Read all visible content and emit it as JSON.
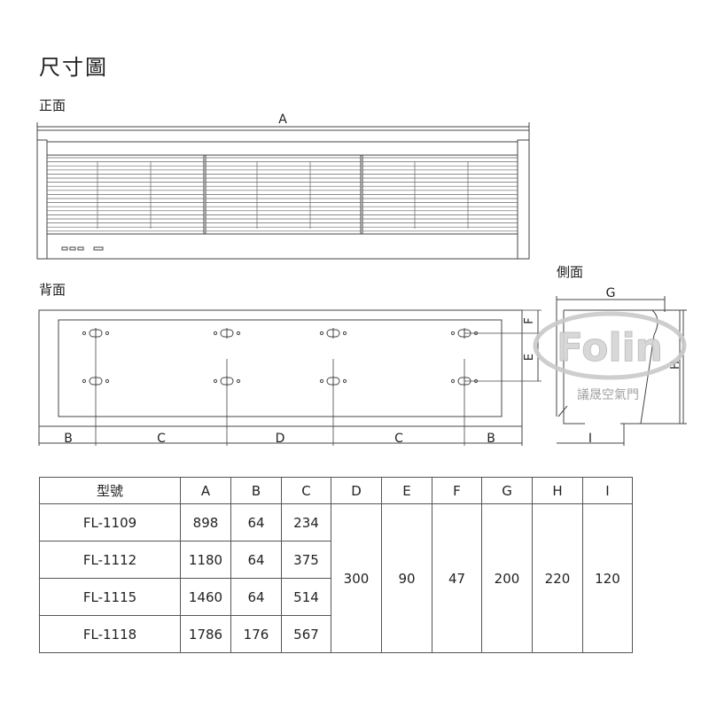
{
  "title": "尺寸圖",
  "views": {
    "front": "正面",
    "back": "背面",
    "side": "側面"
  },
  "dimension_letters": {
    "a": "A",
    "b": "B",
    "c": "C",
    "d": "D",
    "e": "E",
    "f": "F",
    "g": "G",
    "h": "H",
    "i": "I"
  },
  "watermark": {
    "brand": "Folin",
    "tagline": "議晟空氣門"
  },
  "table": {
    "headers": [
      "型號",
      "A",
      "B",
      "C",
      "D",
      "E",
      "F",
      "G",
      "H",
      "I"
    ],
    "rows": [
      {
        "model": "FL-1109",
        "a": "898",
        "b": "64",
        "c": "234"
      },
      {
        "model": "FL-1112",
        "a": "1180",
        "b": "64",
        "c": "375"
      },
      {
        "model": "FL-1115",
        "a": "1460",
        "b": "64",
        "c": "514"
      },
      {
        "model": "FL-1118",
        "a": "1786",
        "b": "176",
        "c": "567"
      }
    ],
    "shared": {
      "d": "300",
      "e": "90",
      "f": "47",
      "g": "200",
      "h": "220",
      "i": "120"
    }
  },
  "colors": {
    "line": "#444444",
    "watermark": "#c9c9c9"
  }
}
